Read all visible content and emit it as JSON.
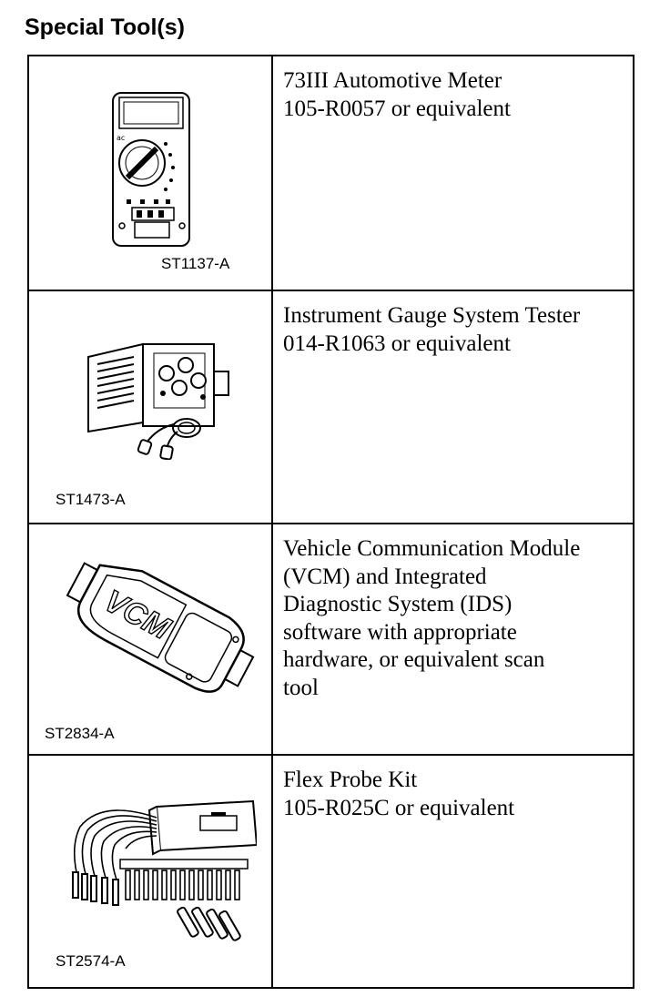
{
  "heading": "Special Tool(s)",
  "tools": [
    {
      "code": "ST1137-A",
      "illustration": "digital-multimeter",
      "lines": [
        "73III Automotive Meter",
        "105-R0057 or equivalent"
      ]
    },
    {
      "code": "ST1473-A",
      "illustration": "gauge-tester",
      "lines": [
        "Instrument Gauge System Tester",
        "014-R1063 or equivalent"
      ]
    },
    {
      "code": "ST2834-A",
      "illustration": "vcm-module",
      "vcm_label": "VCM",
      "lines": [
        "Vehicle Communication Module",
        "(VCM) and Integrated",
        "Diagnostic System (IDS)",
        "software with appropriate",
        "hardware, or equivalent scan",
        "tool"
      ]
    },
    {
      "code": "ST2574-A",
      "illustration": "flex-probe-kit",
      "lines": [
        "Flex Probe Kit",
        "105-R025C or equivalent"
      ]
    }
  ]
}
